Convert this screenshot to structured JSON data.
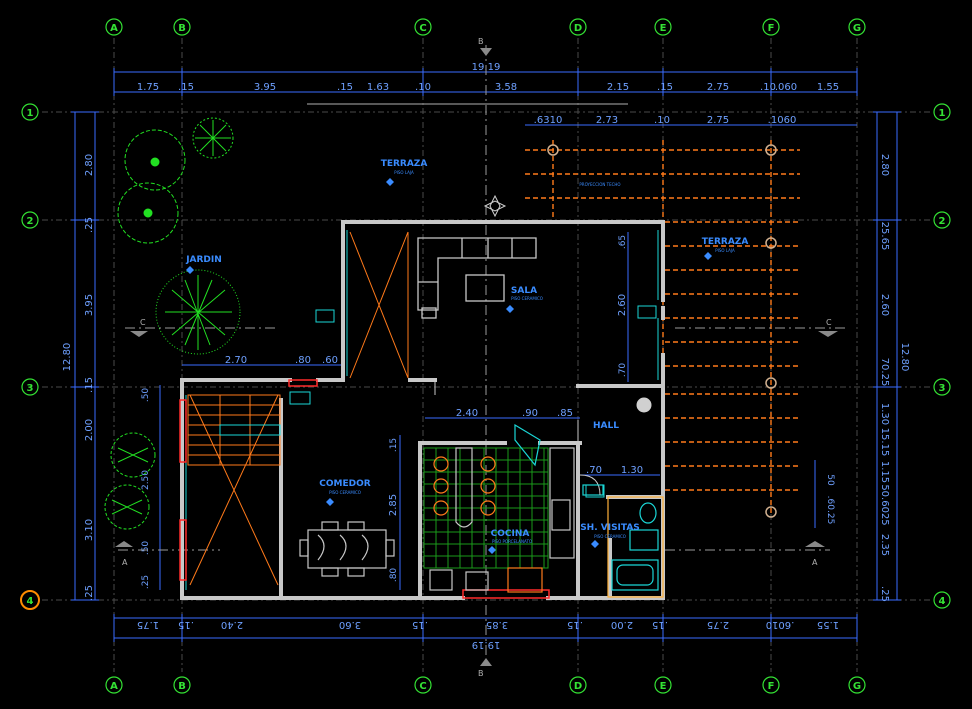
{
  "grid": {
    "columns": [
      "A",
      "B",
      "C",
      "D",
      "E",
      "F",
      "G"
    ],
    "rows": [
      "1",
      "2",
      "3",
      "4"
    ],
    "active_row": "4",
    "active_color": "#ff8c00",
    "bubble_color": "#34e234"
  },
  "sections": {
    "b_top": "B",
    "b_bottom": "B",
    "c_left": "C",
    "c_right": "C",
    "a_left": "A",
    "a_right": "A"
  },
  "dims_top": {
    "total": "19.19",
    "row1": [
      "1.75",
      ".15",
      "3.95",
      ".15",
      "1.63",
      ".10",
      "3.58",
      "2.15",
      ".15",
      "2.75",
      ".10",
      ".060",
      "1.55"
    ],
    "row2": [
      ".6310",
      "2.73",
      ".10",
      "2.75",
      ".1060"
    ]
  },
  "dims_bottom": {
    "total": "19.19",
    "row1": [
      "1.75",
      ".15",
      "2.40",
      "3.60",
      ".15",
      "3.85",
      ".15",
      "2.00",
      ".15",
      "2.75",
      ".6010",
      "1.55"
    ]
  },
  "dims_left": {
    "total": "12.80",
    "segments": [
      "2.80",
      ".25",
      "3.95",
      ".15",
      "2.00",
      "3.10",
      ".25"
    ],
    "inner": [
      ".50",
      "2.50",
      ".50",
      ".25"
    ]
  },
  "dims_right": {
    "total": "12.80",
    "segments": [
      "2.80",
      "25.65",
      "2.60",
      "70.25",
      "1.30",
      "15.15",
      "1.15",
      "50.6025",
      "2.35",
      ".25"
    ]
  },
  "dims_inner": {
    "jardin_width": "2.70",
    "jardin_80": ".80",
    "jardin_60": ".60",
    "sala_65": ".65",
    "sala_260": "2.60",
    "sala_70": ".70",
    "cocina_240": "2.40",
    "cocina_90": ".90",
    "cocina_85": ".85",
    "comedor_15": ".15",
    "comedor_285": "2.85",
    "comedor_80": ".80",
    "hall_70": ".70",
    "hall_130": "1.30",
    "right_50": "50",
    "right_6025": ".60.25"
  },
  "rooms": {
    "terraza_top": "TERRAZA",
    "terraza_top_sub": "PISO LAJA",
    "terraza_right": "TERRAZA",
    "terraza_right_sub": "PISO LAJA",
    "jardin": "JARDIN",
    "sala": "SALA",
    "sala_sub": "PISO CERAMICO",
    "hall": "HALL",
    "comedor": "COMEDOR",
    "comedor_sub": "PISO CERAMICO",
    "cocina": "COCINA",
    "cocina_sub": "PISO PORCELANATO",
    "sh_visitas": "SH. VISITAS",
    "sh_sub": "PISO CERAMICO",
    "proyeccion": "PROYECCION TECHO"
  },
  "colors": {
    "wall": "#c8c8c8",
    "dim_line": "#3a6cff",
    "orange": "#ff7a1a",
    "green_tree": "#22e022",
    "kitchen_grid": "#1a9a1a",
    "red": "#ff2a2a"
  }
}
